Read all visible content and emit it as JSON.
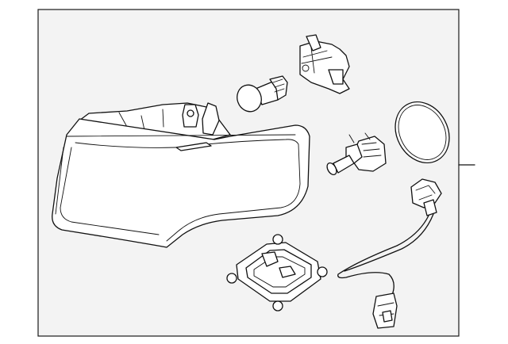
{
  "diagram": {
    "parts": [
      {
        "id": "headlamp-assembly"
      },
      {
        "id": "turn-signal-bulb"
      },
      {
        "id": "bulb-socket"
      },
      {
        "id": "hid-bulb"
      },
      {
        "id": "dust-cap"
      },
      {
        "id": "ballast-module"
      },
      {
        "id": "wiring-harness"
      }
    ]
  }
}
